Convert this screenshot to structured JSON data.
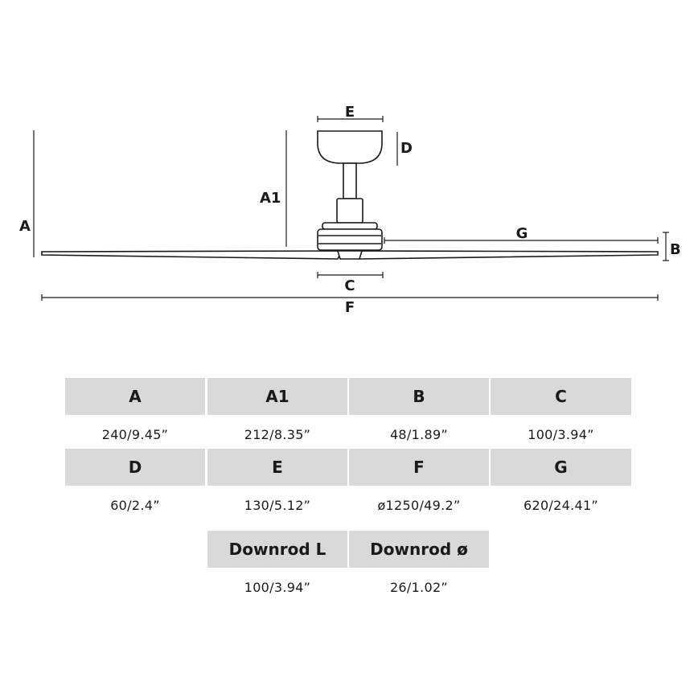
{
  "diagram": {
    "labels": {
      "A": "A",
      "A1": "A1",
      "B": "B",
      "C": "C",
      "D": "D",
      "E": "E",
      "F": "F",
      "G": "G"
    }
  },
  "table": {
    "row1": [
      {
        "header": "A",
        "value": "240/9.45”"
      },
      {
        "header": "A1",
        "value": "212/8.35”"
      },
      {
        "header": "B",
        "value": "48/1.89”"
      },
      {
        "header": "C",
        "value": "100/3.94”"
      }
    ],
    "row2": [
      {
        "header": "D",
        "value": "60/2.4”"
      },
      {
        "header": "E",
        "value": "130/5.12”"
      },
      {
        "header": "F",
        "value": "ø1250/49.2”"
      },
      {
        "header": "G",
        "value": "620/24.41”"
      }
    ],
    "row3": [
      {
        "header": "Downrod L",
        "value": "100/3.94”"
      },
      {
        "header": "Downrod ø",
        "value": "26/1.02”"
      }
    ]
  },
  "colors": {
    "header_bg": "#d9d9d9",
    "line": "#1a1a1a"
  }
}
